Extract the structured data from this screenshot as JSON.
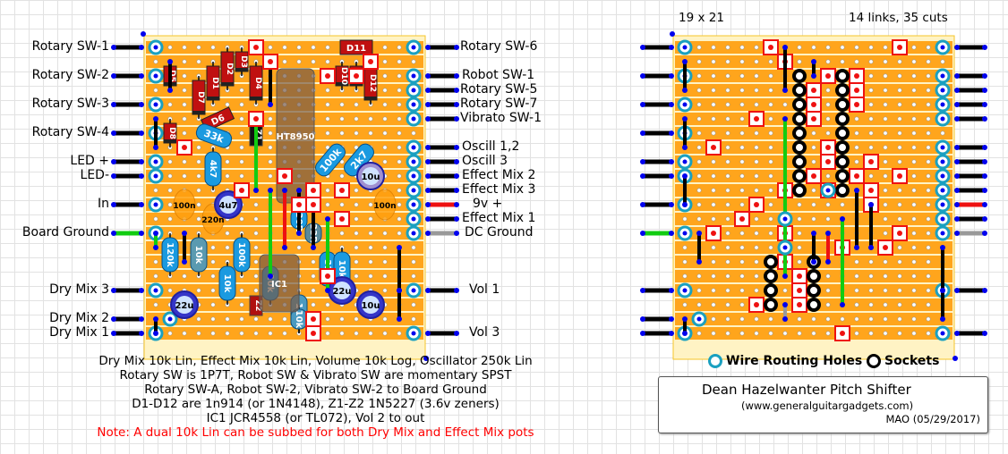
{
  "left_board": {
    "left_labels": [
      {
        "text": "Rotary SW-1",
        "row": 0
      },
      {
        "text": "Rotary SW-2",
        "row": 2
      },
      {
        "text": "Rotary SW-3",
        "row": 4
      },
      {
        "text": "Rotary SW-4",
        "row": 6
      },
      {
        "text": "LED +",
        "row": 8
      },
      {
        "text": "LED-",
        "row": 9
      },
      {
        "text": "In",
        "row": 11
      },
      {
        "text": "Board Ground",
        "row": 13
      },
      {
        "text": "Dry Mix 3",
        "row": 17
      },
      {
        "text": "Dry Mix 2",
        "row": 19
      },
      {
        "text": "Dry Mix 1",
        "row": 20
      }
    ],
    "right_labels": [
      {
        "text": "Rotary SW-6",
        "row": 0
      },
      {
        "text": "Robot SW-1",
        "row": 2
      },
      {
        "text": "Rotary SW-5",
        "row": 3
      },
      {
        "text": "Rotary SW-7",
        "row": 4
      },
      {
        "text": "Vibrato SW-1",
        "row": 5
      },
      {
        "text": "Oscill 1,2",
        "row": 7
      },
      {
        "text": "Oscill 3",
        "row": 8
      },
      {
        "text": "Effect Mix 2",
        "row": 9
      },
      {
        "text": "Effect Mix 3",
        "row": 10
      },
      {
        "text": "9v +",
        "row": 11
      },
      {
        "text": "Effect Mix 1",
        "row": 12
      },
      {
        "text": "DC Ground",
        "row": 13
      },
      {
        "text": "Vol 1",
        "row": 17
      },
      {
        "text": "Vol 3",
        "row": 20
      }
    ],
    "components": {
      "diodes": [
        "D1",
        "D2",
        "D3",
        "D4",
        "D5",
        "D6",
        "D7",
        "D8",
        "D9",
        "D10",
        "D11",
        "D12"
      ],
      "zeners": [
        "Z1",
        "Z2"
      ],
      "resistors": [
        "33k",
        "4k7",
        "100k",
        "2k7",
        "120k",
        "10k",
        "100k",
        "10k",
        "10k",
        "330R",
        "33R",
        "33R",
        "10k",
        "10k"
      ],
      "capacitors_film": [
        "100n",
        "220n",
        "100n"
      ],
      "capacitors_electrolytic": [
        "4u7",
        "22u",
        "10u",
        "22u",
        "10u"
      ],
      "ics": [
        "HT8950",
        "IC1"
      ]
    }
  },
  "right_board": {
    "size_label": "19 x 21",
    "counts_label": "14 links, 35 cuts"
  },
  "legend": {
    "wire_holes": "Wire Routing Holes",
    "sockets": "Sockets"
  },
  "notes": [
    "Dry Mix 10k Lin, Effect Mix 10k Lin, Volume 10k Log, Oscillator 250k Lin",
    "Rotary SW is 1P7T, Robot SW & Vibrato SW are momentary SPST",
    "Rotary SW-A, Robot SW-2, Vibrato SW-2 to Board Ground",
    "D1-D12 are 1n914 (or 1N4148), Z1-Z2 1N5227 (3.6v zeners)",
    "IC1 JCR4558 (or TL072),   Vol 2 to out"
  ],
  "note_red": "Note: A dual 10k Lin can be subbed for both Dry Mix and Effect Mix pots",
  "title_box": {
    "title": "Dean Hazelwanter Pitch Shifter",
    "website": "(www.generalguitargadgets.com)",
    "credit": "MAO (05/29/2017)"
  },
  "colors": {
    "board": "#ffa51c",
    "strip_gap": "#ffe9a8",
    "hole_blue": "#0000ee",
    "wire_ring": "#1aa0c0",
    "cut_red": "#ee1111",
    "link_green": "#11cc11"
  }
}
